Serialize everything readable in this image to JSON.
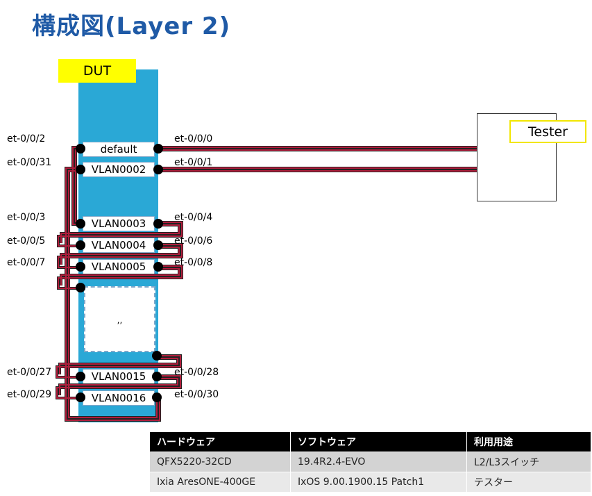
{
  "title": "構成図(Layer 2)",
  "dut_label": "DUT",
  "tester_label": "Tester",
  "ellipsis": ",,",
  "vlans": [
    "default",
    "VLAN0002",
    "VLAN0003",
    "VLAN0004",
    "VLAN0005",
    "VLAN0015",
    "VLAN0016"
  ],
  "ports_left": [
    "et-0/0/2",
    "et-0/0/31",
    "et-0/0/3",
    "et-0/0/5",
    "et-0/0/7",
    "et-0/0/27",
    "et-0/0/29"
  ],
  "ports_right": [
    "et-0/0/0",
    "et-0/0/1",
    "et-0/0/4",
    "et-0/0/6",
    "et-0/0/8",
    "et-0/0/28",
    "et-0/0/30"
  ],
  "table": {
    "headers": [
      "ハードウェア",
      "ソフトウェア",
      "利用用途"
    ],
    "rows": [
      [
        "QFX5220-32CD",
        "19.4R2.4-EVO",
        "L2/L3スイッチ"
      ],
      [
        "Ixia AresONE-400GE",
        "IxOS 9.00.1900.15 Patch1",
        "テスター"
      ]
    ]
  },
  "colors": {
    "title": "#1f5aa6",
    "dut": "#2aa8d6",
    "wire": "#b01e3c",
    "dut_label_bg": "#ffff00",
    "tester_border": "#f2e600"
  }
}
